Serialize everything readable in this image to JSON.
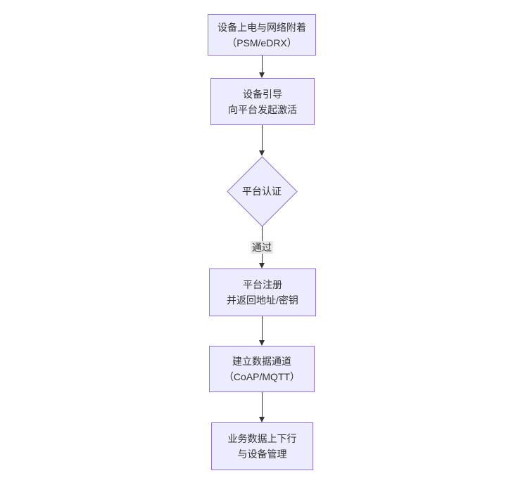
{
  "diagram": {
    "type": "flowchart",
    "direction": "top-down",
    "nodes": [
      {
        "id": "power-attach",
        "shape": "rect",
        "line1": "设备上电与网络附着",
        "line2": "（PSM/eDRX）"
      },
      {
        "id": "bootstrap",
        "shape": "rect",
        "line1": "设备引导",
        "line2": "向平台发起激活"
      },
      {
        "id": "platform-auth",
        "shape": "diamond",
        "line1": "平台认证"
      },
      {
        "id": "register",
        "shape": "rect",
        "line1": "平台注册",
        "line2": "并返回地址/密钥"
      },
      {
        "id": "data-channel",
        "shape": "rect",
        "line1": "建立数据通道",
        "line2": "（CoAP/MQTT）"
      },
      {
        "id": "business",
        "shape": "rect",
        "line1": "业务数据上下行",
        "line2": "与设备管理"
      }
    ],
    "edges": [
      {
        "from": "power-attach",
        "to": "bootstrap",
        "label": ""
      },
      {
        "from": "bootstrap",
        "to": "platform-auth",
        "label": ""
      },
      {
        "from": "platform-auth",
        "to": "register",
        "label": "通过"
      },
      {
        "from": "register",
        "to": "data-channel",
        "label": ""
      },
      {
        "from": "data-channel",
        "to": "business",
        "label": ""
      }
    ],
    "colors": {
      "node_fill": "#ECECFF",
      "node_border": "#9370DB",
      "text": "#333333",
      "edge": "#333333",
      "edge_label_bg": "#e8e8e8"
    }
  }
}
